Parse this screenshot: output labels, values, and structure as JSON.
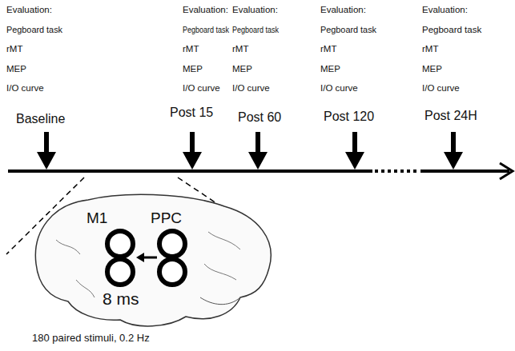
{
  "diagram": {
    "labels": [
      "Evaluation:",
      "Pegboard task",
      "rMT",
      "MEP",
      "I/O curve",
      "Evaluation:",
      "Pegboard task",
      "rMT",
      "MEP",
      "I/O curve",
      "Evaluation:",
      "Pegboard task",
      "rMT",
      "MEP",
      "I/O curve",
      "Evaluation:",
      "Pegboard task",
      "rMT",
      "MEP",
      "I/O curve",
      "Evaluation:",
      "Pegboard task",
      "rMT",
      "MEP",
      "I/O curve",
      "Baseline",
      "Post 15",
      "Post 60",
      "Post 120",
      "Post 24H",
      "M1",
      "PPC",
      "8 ms",
      "180 paired stimuli, 0.2 Hz"
    ]
  }
}
